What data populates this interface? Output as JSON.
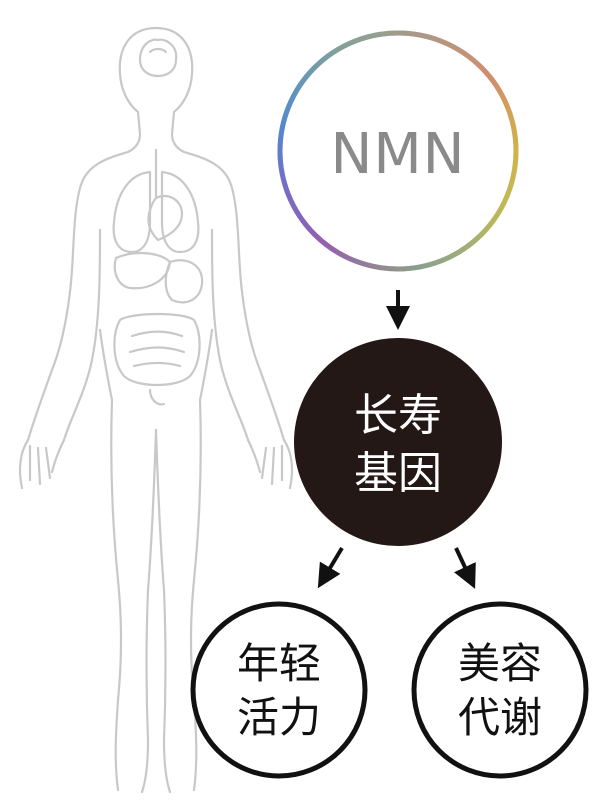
{
  "nodes": {
    "source": {
      "label": "NMN"
    },
    "center": {
      "line1": "长寿",
      "line2": "基因"
    },
    "left": {
      "line1": "年轻",
      "line2": "活力"
    },
    "right": {
      "line1": "美容",
      "line2": "代谢"
    }
  },
  "colors": {
    "line": "#bdbdbd",
    "center_fill": "#231815",
    "ring_gradient": [
      "#e0cf3a",
      "#9bc25a",
      "#3e9ad3",
      "#7a5ac2",
      "#c9479a",
      "#e79a3a"
    ]
  },
  "icons": {
    "body": "human-body-outline-icon"
  }
}
